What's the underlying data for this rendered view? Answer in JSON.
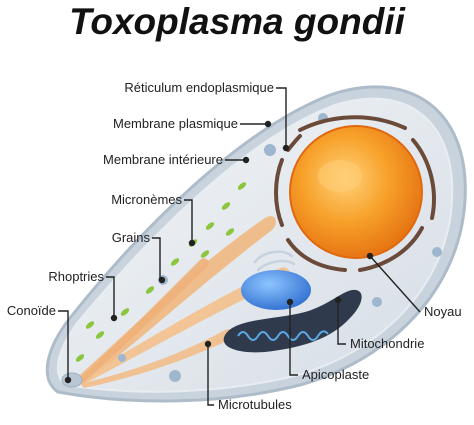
{
  "title": "Toxoplasma gondii",
  "labels": {
    "reticulum": "Réticulum endoplasmique",
    "membrane_plasmique": "Membrane plasmique",
    "membrane_interieure": "Membrane intérieure",
    "micronemes": "Micronèmes",
    "grains": "Grains",
    "rhoptries": "Rhoptries",
    "conoide": "Conoïde",
    "noyau": "Noyau",
    "mitochondrie": "Mitochondrie",
    "apicoplaste": "Apicoplaste",
    "microtubules": "Microtubules"
  },
  "colors": {
    "membrane_outer": "#b8c7d6",
    "cytoplasm": "#e3e8ee",
    "nucleus": "#f39a1d",
    "nucleus_center": "#ffb347",
    "er": "#6b4a3a",
    "rhoptries": "#f0b880",
    "micronemes": "#8cc63f",
    "grains": "#a3bcd6",
    "apicoplast": "#4a90e2",
    "mitochondria": "#2f3b4c",
    "mito_cristae": "#5aa9e6"
  }
}
